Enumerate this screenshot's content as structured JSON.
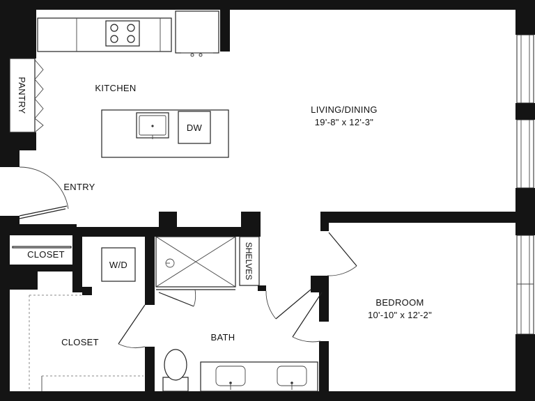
{
  "rooms": {
    "kitchen": "KITCHEN",
    "pantry": "PANTRY",
    "dishwasher": "DW",
    "living_dining": "LIVING/DINING",
    "living_dining_dims": "19'-8\" x 12'-3\"",
    "entry": "ENTRY",
    "closet_entry": "CLOSET",
    "washer_dryer": "W/D",
    "shelves": "SHELVES",
    "bedroom": "BEDROOM",
    "bedroom_dims": "10'-10\" x 12'-2\"",
    "closet_walkin": "CLOSET",
    "bath": "BATH"
  },
  "icons": [
    "cooktop-icon",
    "sink-icon",
    "toilet-icon",
    "shower-drain-icon",
    "door-swing-icon",
    "window-icon"
  ]
}
